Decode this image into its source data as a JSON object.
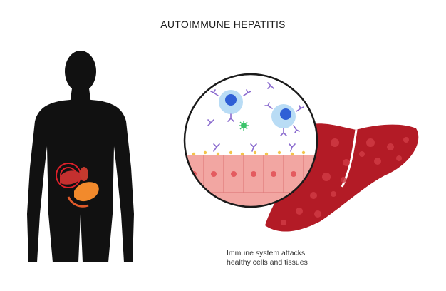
{
  "title": "AUTOIMMUNE HEPATITIS",
  "caption": {
    "line1": "Immune system  attacks",
    "line2": "healthy cells and tissues"
  },
  "colors": {
    "silhouette": "#111111",
    "liver": "#b31b26",
    "liver_spot": "#d03a44",
    "hepatocyte": "#f2a6a2",
    "hepatocyte_nucleus": "#e45b5f",
    "immune_cell_outer": "#b9dcf5",
    "immune_cell_nucleus": "#2f5fd6",
    "antibody": "#8b6ccf",
    "virus": "#3cc46b",
    "inflammation": "#e0202a",
    "pancreas": "#f28a2c"
  }
}
